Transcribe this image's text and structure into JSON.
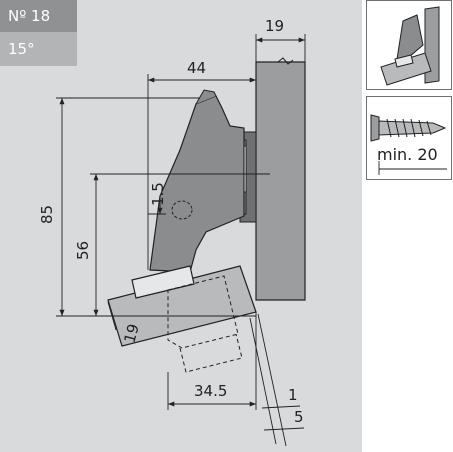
{
  "badge": {
    "number": "Nº 18",
    "angle": "15°"
  },
  "dimensions": {
    "door_thickness": "19",
    "overall_depth": "44",
    "overall_height": "85",
    "inner_height": "56",
    "offset": "1.5",
    "door_edge": "19",
    "cup_distance": "34.5",
    "gap_1": "1",
    "gap_5": "5"
  },
  "screw": {
    "label": "min. 20"
  },
  "colors": {
    "panel": "#d9dadb",
    "badge_dark": "#8f9193",
    "badge_light": "#b2b4b6",
    "hinge": "#9b9d9f"
  }
}
